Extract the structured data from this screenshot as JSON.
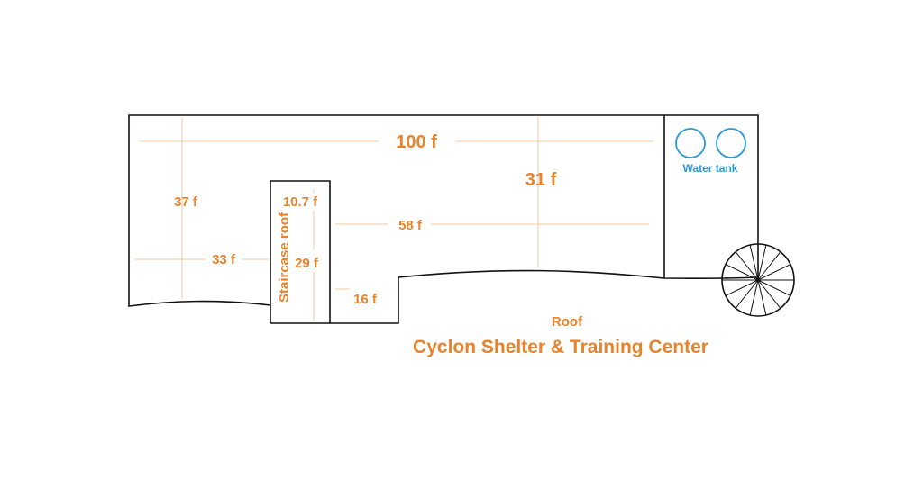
{
  "title": "Cyclon Shelter & Training Center",
  "subtitle": "Roof",
  "colors": {
    "label": "#e8832c",
    "tank": "#2a9ad6",
    "wall": "#111111",
    "guide": "#f0c9a6"
  },
  "dimensions": {
    "total_length": "100 f",
    "total_width": "31 f",
    "left_width": "37 f",
    "left_length": "33 f",
    "right_length": "58 f",
    "stair_width": "10.7 f",
    "stair_length": "29 f",
    "notch_width": "16 f"
  },
  "labels": {
    "staircase_roof": "Staircase roof",
    "water_tank": "Water tank"
  },
  "icons": {
    "water_tank": "double-circle-icon",
    "spiral_stair": "spiral-staircase-icon"
  }
}
